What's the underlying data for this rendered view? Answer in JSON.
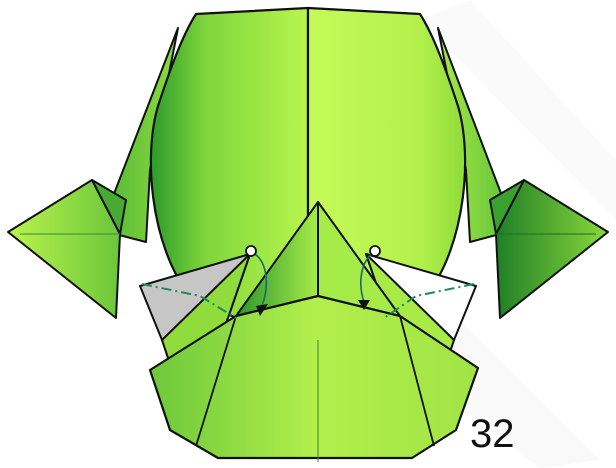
{
  "diagram": {
    "step_number": "32",
    "colors": {
      "paper_light": "#c8ff5a",
      "paper_mid": "#9be63a",
      "paper_dark": "#2f9a2a",
      "paper_shadow": "#1f7a24",
      "white_side": "#ffffff",
      "gray_side": "#c8c8c8",
      "outline": "#111111",
      "mountain_fold_line": "#1a8a5a",
      "arrow": "#111111"
    },
    "elements": [
      "head",
      "left-ear",
      "right-ear",
      "nose-flap",
      "jaw-flap",
      "left-cheek-flap",
      "right-cheek-flap"
    ],
    "fold_indications": [
      "left-mountain-fold",
      "right-mountain-fold",
      "left-fold-arrow",
      "right-fold-arrow"
    ],
    "reference_points": [
      "left-reference-point",
      "right-reference-point"
    ]
  }
}
